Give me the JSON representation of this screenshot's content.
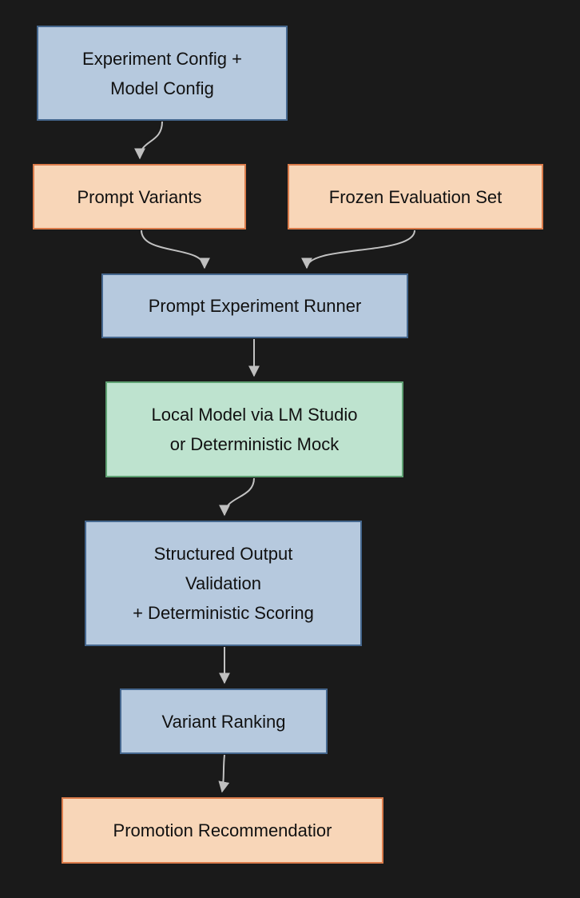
{
  "colors": {
    "bg": "#1a1a1a",
    "blue-fill": "#b6c9de",
    "blue-border": "#45678e",
    "peach-fill": "#f8d6b8",
    "peach-border": "#db7c4b",
    "green-fill": "#bee3cf",
    "green-border": "#5fa173",
    "edge": "#c2c2c2",
    "edge-head": "#bfbfbf",
    "text": "#111111"
  },
  "nodes": [
    {
      "id": "experiment-config",
      "style": "blue",
      "lines": [
        "Experiment Config +",
        "Model Config"
      ]
    },
    {
      "id": "prompt-variants",
      "style": "peach",
      "lines": [
        "Prompt Variants"
      ]
    },
    {
      "id": "frozen-eval-set",
      "style": "peach",
      "lines": [
        "Frozen Evaluation Set"
      ]
    },
    {
      "id": "experiment-runner",
      "style": "blue",
      "lines": [
        "Prompt Experiment Runner"
      ]
    },
    {
      "id": "local-model",
      "style": "green",
      "lines": [
        "Local Model via LM Studio",
        "or Deterministic Mock"
      ]
    },
    {
      "id": "scoring",
      "style": "blue",
      "lines": [
        "Structured Output",
        "Validation",
        "+ Deterministic Scoring"
      ]
    },
    {
      "id": "variant-ranking",
      "style": "blue",
      "lines": [
        "Variant Ranking"
      ]
    },
    {
      "id": "promotion",
      "style": "peach",
      "lines": [
        "Promotion Recommendatior"
      ]
    }
  ],
  "edges": [
    {
      "from": "experiment-config",
      "to": "prompt-variants"
    },
    {
      "from": "prompt-variants",
      "to": "experiment-runner"
    },
    {
      "from": "frozen-eval-set",
      "to": "experiment-runner"
    },
    {
      "from": "experiment-runner",
      "to": "local-model"
    },
    {
      "from": "local-model",
      "to": "scoring"
    },
    {
      "from": "scoring",
      "to": "variant-ranking"
    },
    {
      "from": "variant-ranking",
      "to": "promotion"
    }
  ]
}
